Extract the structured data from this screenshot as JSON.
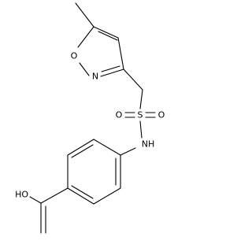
{
  "molecule": {
    "atom_labels": {
      "ring_oxygen": "O",
      "ring_nitrogen": "N",
      "sulfur": "S",
      "sulfonyl_oxygen_left": "O",
      "sulfonyl_oxygen_right": "O",
      "amide_nh": "NH",
      "carboxyl_oh": "HO"
    },
    "colors": {
      "bond": "#000000",
      "label": "#000000",
      "background": "#ffffff"
    }
  }
}
